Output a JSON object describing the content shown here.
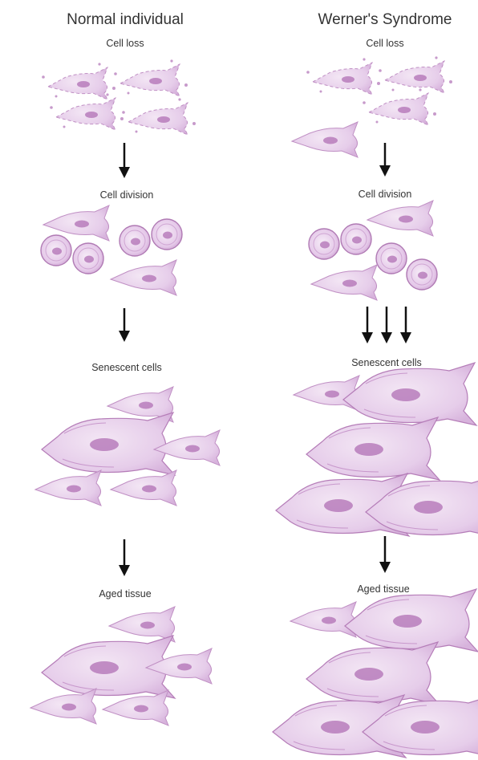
{
  "columns": [
    {
      "title": "Normal individual",
      "stages": [
        "Cell loss",
        "Cell division",
        "Senescent cells",
        "Aged tissue"
      ]
    },
    {
      "title": "Werner's Syndrome",
      "stages": [
        "Cell loss",
        "Cell division",
        "Senescent cells",
        "Aged tissue"
      ]
    }
  ],
  "colors": {
    "cell_fill": "#ecd6ee",
    "cell_stroke": "#b57db8",
    "nucleus": "#b06fb4",
    "arrow": "#111111"
  }
}
